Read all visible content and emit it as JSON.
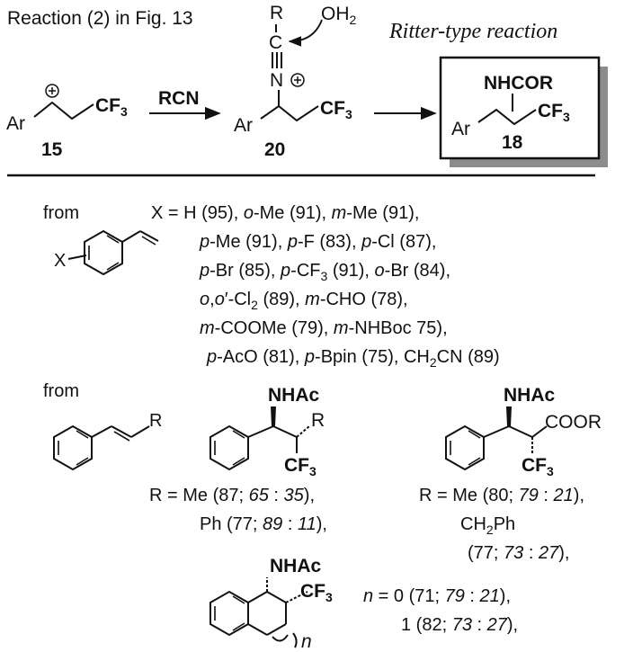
{
  "header": {
    "title": "Reaction (2) in Fig. 13",
    "ritter_title": "Ritter-type reaction"
  },
  "scheme": {
    "cation_label": "15",
    "nitrilium_label": "20",
    "product_label": "18",
    "reagent": "RCN",
    "ar": "Ar",
    "cf3": "CF3",
    "r": "R",
    "c": "C",
    "n_plus": "N",
    "oh2": "OH2",
    "nhcor": "NHCOR"
  },
  "styrenes": {
    "from_label": "from",
    "x_label": "X",
    "lines": [
      "X = H (95), o-Me (91), m-Me (91),",
      "p-Me (91), p-F (83), p-Cl (87),",
      "p-Br (85), p-CF3 (91), o-Br (84),",
      "o,o′-Cl2 (89), m-CHO (78),",
      "m-COOMe (79), m-NHBoc 75),",
      "p-AcO (81), p-Bpin (75), CH2CN (89)"
    ]
  },
  "alkenes": {
    "from_label": "from",
    "r_label": "R",
    "product1": {
      "nhac": "NHAc",
      "r": "R",
      "cf3": "CF3",
      "entries": [
        "R = Me (87; 65 : 35),",
        "Ph (77; 89 : 11),"
      ]
    },
    "product2": {
      "nhac": "NHAc",
      "coor": "COOR",
      "cf3": "CF3",
      "entries": [
        "R = Me (80; 79 : 21),",
        "CH2Ph",
        "(77; 73 : 27),"
      ]
    },
    "product3": {
      "nhac": "NHAc",
      "cf3": "CF3",
      "n": "n",
      "entries": [
        "n = 0 (71; 79 : 21),",
        "1 (82; 73 : 27),"
      ]
    }
  }
}
